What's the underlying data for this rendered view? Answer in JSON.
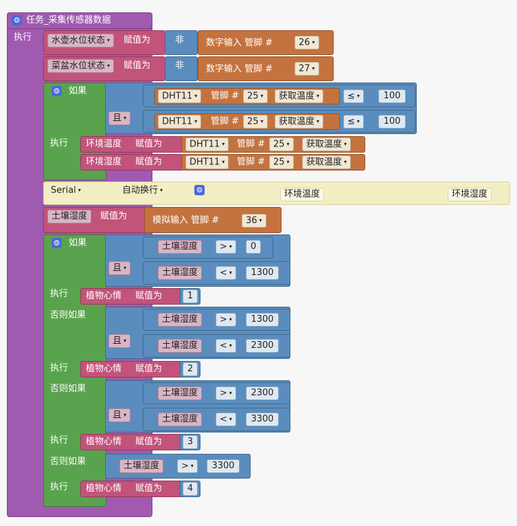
{
  "task": {
    "gear_icon": "gear-icon",
    "title": "任务_采集传感器数据",
    "exec_label": "执行"
  },
  "assign1": {
    "var": "水壶水位状态",
    "assign_label": "赋值为",
    "not_label": "非",
    "read_label": "数字输入 管脚 #",
    "pin": "26"
  },
  "assign2": {
    "var": "菜盆水位状态",
    "assign_label": "赋值为",
    "not_label": "非",
    "read_label": "数字输入 管脚 #",
    "pin": "27"
  },
  "if1": {
    "if_label": "如果",
    "and_label": "且",
    "exec_label": "执行",
    "cond1": {
      "sensor": "DHT11",
      "pin_label": "管脚 #",
      "pin": "25",
      "measure": "获取温度",
      "op": "≤",
      "value": "100"
    },
    "cond2": {
      "sensor": "DHT11",
      "pin_label": "管脚 #",
      "pin": "25",
      "measure": "获取温度",
      "op": "≤",
      "value": "100"
    },
    "stmt1": {
      "var": "环境温度",
      "assign_label": "赋值为",
      "sensor": "DHT11",
      "pin_label": "管脚 #",
      "pin": "25",
      "measure": "获取温度"
    },
    "stmt2": {
      "var": "环境湿度",
      "assign_label": "赋值为",
      "sensor": "DHT11",
      "pin_label": "管脚 #",
      "pin": "25",
      "measure": "获取温度"
    }
  },
  "serial": {
    "port": "Serial",
    "mode": "自动换行",
    "item1": "环境温度",
    "item2": "环境湿度"
  },
  "assign3": {
    "var": "土壤湿度",
    "assign_label": "赋值为",
    "read_label": "模拟输入 管脚 #",
    "pin": "36"
  },
  "if2": {
    "if_label": "如果",
    "and_label": "且",
    "exec_label": "执行",
    "elseif_label": "否则如果",
    "c1a": {
      "var": "土壤湿度",
      "op": ">",
      "value": "0"
    },
    "c1b": {
      "var": "土壤湿度",
      "op": "<",
      "value": "1300"
    },
    "s1": {
      "var": "植物心情",
      "assign_label": "赋值为",
      "value": "1"
    },
    "c2a": {
      "var": "土壤湿度",
      "op": ">",
      "value": "1300"
    },
    "c2b": {
      "var": "土壤湿度",
      "op": "<",
      "value": "2300"
    },
    "s2": {
      "var": "植物心情",
      "assign_label": "赋值为",
      "value": "2"
    },
    "c3a": {
      "var": "土壤湿度",
      "op": ">",
      "value": "2300"
    },
    "c3b": {
      "var": "土壤湿度",
      "op": "<",
      "value": "3300"
    },
    "s3": {
      "var": "植物心情",
      "assign_label": "赋值为",
      "value": "3"
    },
    "c4": {
      "var": "土壤湿度",
      "op": ">",
      "value": "3300"
    },
    "s4": {
      "var": "植物心情",
      "assign_label": "赋值为",
      "value": "4"
    }
  },
  "dropdown_icon": "▾"
}
